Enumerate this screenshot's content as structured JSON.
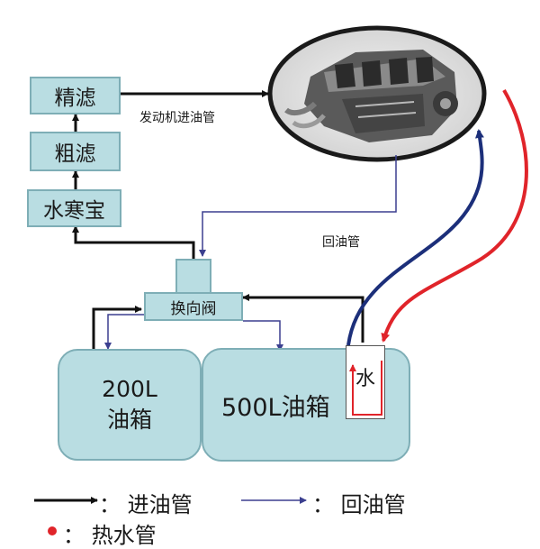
{
  "filters": {
    "fine": "精滤",
    "coarse": "粗滤",
    "water_separator": "水寒宝"
  },
  "valve": "换向阀",
  "tanks": {
    "small": {
      "volume": "200L",
      "name": "油箱"
    },
    "large": "500L油箱"
  },
  "water_box": "水",
  "line_labels": {
    "engine_feed": "发动机进油管",
    "return": "回油管"
  },
  "legend": {
    "feed": "：  进油管",
    "return": "：  回油管",
    "hot_water": "：  热水管"
  },
  "colors": {
    "feed": "#111111",
    "return": "#3b3f8f",
    "hot_water": "#e0242a",
    "cool_water": "#1c2f7a",
    "box_fill": "#b9dde2",
    "box_border": "#7eaeb6",
    "engine_oval": "#1a1a1a"
  },
  "icons": {
    "engine": "engine-image"
  }
}
